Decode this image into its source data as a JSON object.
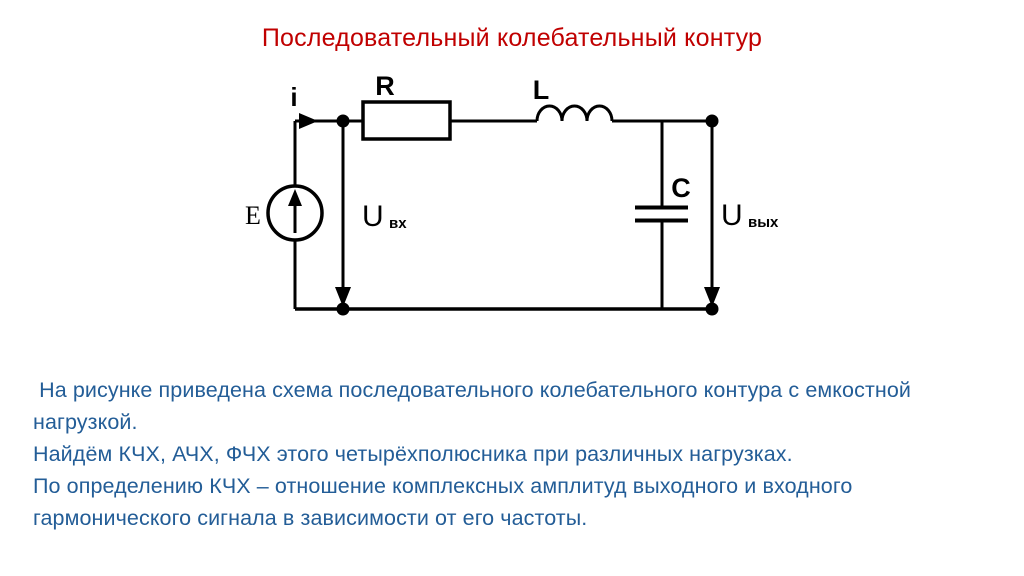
{
  "slide": {
    "title": "Последовательный колебательный контур",
    "description_lines": [
      " На рисунке приведена схема последовательного колебательного контура с емкостной",
      "нагрузкой.",
      "Найдём КЧХ, АЧХ, ФЧХ этого четырёхполюсника при различных нагрузках.",
      "По определению КЧХ – отношение комплексных амплитуд выходного и входного",
      "гармонического сигнала в зависимости от его частоты."
    ]
  },
  "circuit": {
    "labels": {
      "current": "i",
      "source_emf": "E",
      "resistor": "R",
      "inductor": "L",
      "capacitor": "C",
      "input_voltage": "U",
      "input_voltage_sub": "вх",
      "output_voltage": "U",
      "output_voltage_sub": "вых"
    }
  },
  "colors": {
    "title_red": "#C00000",
    "body_blue": "#235D97",
    "schematic_black": "#000000"
  }
}
